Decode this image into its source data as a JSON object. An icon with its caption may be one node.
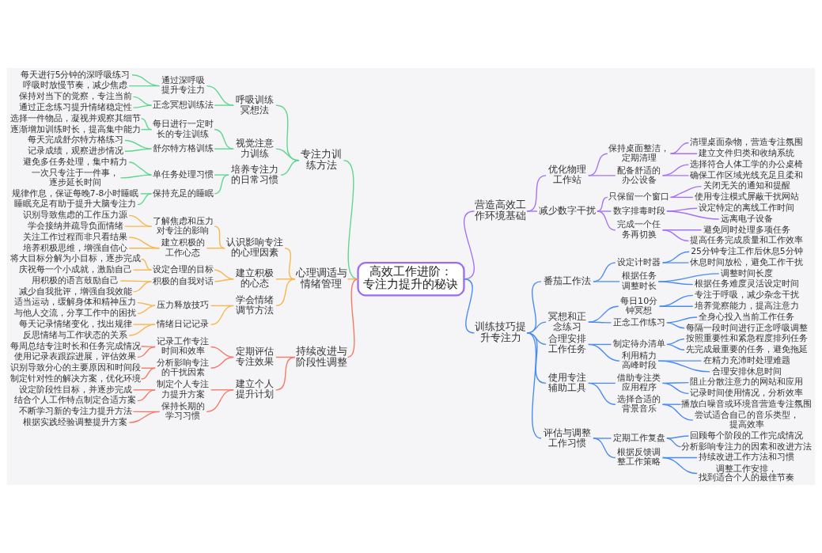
{
  "diagram": {
    "nodes": [
      {
        "text": [
          "高效工作进阶：专注力提升的秘诀"
        ]
      },
      {
        "text": [
          "营造高效工作环境基础"
        ]
      },
      {
        "text": [
          "优化物理工作站"
        ]
      },
      {
        "text": [
          "保持桌面整洁，定期清理"
        ]
      },
      {
        "text": [
          "清理桌面杂物，营造专注氛围"
        ]
      },
      {
        "text": [
          "建立文件归类和收纳系统"
        ]
      },
      {
        "text": [
          "配备舒适的办公设备"
        ]
      },
      {
        "text": [
          "选择符合人体工学的办公桌椅"
        ]
      },
      {
        "text": [
          "确保工作区域光线充足且柔和"
        ]
      },
      {
        "text": [
          "减少数字干扰"
        ]
      },
      {
        "text": [
          "只保留一个窗口"
        ]
      },
      {
        "text": [
          "关闭无关的通知和提醒"
        ]
      },
      {
        "text": [
          "使用专注模式屏蔽干扰网站"
        ]
      },
      {
        "text": [
          "数字排毒时段"
        ]
      },
      {
        "text": [
          "设定特定的离线工作时间"
        ]
      },
      {
        "text": [
          "远离电子设备"
        ]
      },
      {
        "text": [
          "完成一个任务再切换"
        ]
      },
      {
        "text": [
          "避免同时处理多项任务"
        ]
      },
      {
        "text": [
          "提高任务完成质量和工作效率"
        ]
      },
      {
        "text": [
          "训练技巧提升专注力"
        ]
      },
      {
        "text": [
          "番茄工作法"
        ]
      },
      {
        "text": [
          "设定计时器"
        ]
      },
      {
        "text": [
          "25分钟专注工作后休息5分钟"
        ]
      },
      {
        "text": [
          "休息时间放松，避免工作干扰"
        ]
      },
      {
        "text": [
          "根据任务调整时长"
        ]
      },
      {
        "text": [
          "调整时间长度"
        ]
      },
      {
        "text": [
          "根据任务难度灵活设定时间"
        ]
      },
      {
        "text": [
          "冥想和正念练习"
        ]
      },
      {
        "text": [
          "每日10分钟冥想"
        ]
      },
      {
        "text": [
          "专注于呼吸，减少杂念干扰"
        ]
      },
      {
        "text": [
          "培养觉察能力，提高注意力"
        ]
      },
      {
        "text": [
          "正念工作练习"
        ]
      },
      {
        "text": [
          "全身心投入当前工作任务"
        ]
      },
      {
        "text": [
          "每隔一段时间进行正念呼吸调整"
        ]
      },
      {
        "text": [
          "合理安排工作任务"
        ]
      },
      {
        "text": [
          "制定待办清单"
        ]
      },
      {
        "text": [
          "按照重要性和紧急程度排列任务"
        ]
      },
      {
        "text": [
          "先完成最重要的任务，避免拖延"
        ]
      },
      {
        "text": [
          "利用精力高峰时段"
        ]
      },
      {
        "text": [
          "在精力充沛时处理难题"
        ]
      },
      {
        "text": [
          "合理安排休息时间"
        ]
      },
      {
        "text": [
          "使用专注辅助工具"
        ]
      },
      {
        "text": [
          "借助专注类应用程序"
        ]
      },
      {
        "text": [
          "阻止分散注意力的网站和应用"
        ]
      },
      {
        "text": [
          "记录时间使用情况，分析效率"
        ]
      },
      {
        "text": [
          "选择合适的背景音乐"
        ]
      },
      {
        "text": [
          "播放白噪音或环境音营造专注氛围"
        ]
      },
      {
        "text": [
          "尝试适合自己的音乐类型，提高效率"
        ]
      },
      {
        "text": [
          "评估与调整工作习惯"
        ]
      },
      {
        "text": [
          "定期工作复盘"
        ]
      },
      {
        "text": [
          "回顾每个阶段的工作完成情况"
        ]
      },
      {
        "text": [
          "分析影响专注力的因素和改进方法"
        ]
      },
      {
        "text": [
          "根据反馈调整工作策略"
        ]
      },
      {
        "text": [
          "持续改进工作方法和习惯"
        ]
      },
      {
        "text": [
          "调整工作安排，找到适合个人的最佳节奏"
        ]
      },
      {
        "text": [
          "专注力训练方法"
        ]
      },
      {
        "text": [
          "呼吸训练冥想法"
        ]
      },
      {
        "text": [
          "通过深呼吸提升专注力"
        ]
      },
      {
        "text": [
          "每天进行5分钟的深呼吸练习"
        ]
      },
      {
        "text": [
          "呼吸时放慢节奏，减少焦虑"
        ]
      },
      {
        "text": [
          "正念冥想训练法"
        ]
      },
      {
        "text": [
          "保持对当下的觉察，专注当前"
        ]
      },
      {
        "text": [
          "通过正念练习提升情绪稳定性"
        ]
      },
      {
        "text": [
          "视觉注意力训练"
        ]
      },
      {
        "text": [
          "每日进行一定时长的专注训练"
        ]
      },
      {
        "text": [
          "选择一件物品，凝视并观察其细节"
        ]
      },
      {
        "text": [
          "逐渐增加训练时长，提高集中能力"
        ]
      },
      {
        "text": [
          "舒尔特方格训练"
        ]
      },
      {
        "text": [
          "每天完成舒尔特方格练习"
        ]
      },
      {
        "text": [
          "记录成绩，观察进步情况"
        ]
      },
      {
        "text": [
          "培养专注力的日常习惯"
        ]
      },
      {
        "text": [
          "单任务处理习惯"
        ]
      },
      {
        "text": [
          "避免多任务处理，集中精力"
        ]
      },
      {
        "text": [
          "一次只专注于一件事，逐步延长时间"
        ]
      },
      {
        "text": [
          "保持充足的睡眠"
        ]
      },
      {
        "text": [
          "规律作息，保证每晚7-8小时睡眠"
        ]
      },
      {
        "text": [
          "睡眠充足有助于提升大脑专注力"
        ]
      },
      {
        "text": [
          "心理调适与情绪管理"
        ]
      },
      {
        "text": [
          "认识影响专注的心理因素"
        ]
      },
      {
        "text": [
          "了解焦虑和压力对专注的影响"
        ]
      },
      {
        "text": [
          "识别导致焦虑的工作压力源"
        ]
      },
      {
        "text": [
          "学会接纳并疏导负面情绪"
        ]
      },
      {
        "text": [
          "建立积极的工作心态"
        ]
      },
      {
        "text": [
          "关注工作过程而非只看结果"
        ]
      },
      {
        "text": [
          "培养积极思维，增强自信心"
        ]
      },
      {
        "text": [
          "建立积极的心态"
        ]
      },
      {
        "text": [
          "设定合理的目标"
        ]
      },
      {
        "text": [
          "将大目标分解为小目标，逐步完成"
        ]
      },
      {
        "text": [
          "庆祝每一个小成就，激励自己"
        ]
      },
      {
        "text": [
          "积极的自我对话"
        ]
      },
      {
        "text": [
          "用积极的语言鼓励自己"
        ]
      },
      {
        "text": [
          "减少自我批评，增强自我效能"
        ]
      },
      {
        "text": [
          "学会情绪调节方法"
        ]
      },
      {
        "text": [
          "压力释放技巧"
        ]
      },
      {
        "text": [
          "适当运动，缓解身体和精神压力"
        ]
      },
      {
        "text": [
          "与他人交流，分享工作中的困扰"
        ]
      },
      {
        "text": [
          "情绪日记记录"
        ]
      },
      {
        "text": [
          "每天记录情绪变化，找出规律"
        ]
      },
      {
        "text": [
          "反思情绪与工作状态的关系"
        ]
      },
      {
        "text": [
          "持续改进与阶段性调整"
        ]
      },
      {
        "text": [
          "定期评估专注效果"
        ]
      },
      {
        "text": [
          "记录工作专注时间和效率"
        ]
      },
      {
        "text": [
          "每周总结专注时长和任务完成情况"
        ]
      },
      {
        "text": [
          "使用记录表跟踪进展，评估效果"
        ]
      },
      {
        "text": [
          "分析影响专注的干扰因素"
        ]
      },
      {
        "text": [
          "识别导致分心的主要原因和时间段"
        ]
      },
      {
        "text": [
          "制定针对性的解决方案，优化环境"
        ]
      },
      {
        "text": [
          "建立个人提升计划"
        ]
      },
      {
        "text": [
          "制定个人专注力提升方案"
        ]
      },
      {
        "text": [
          "设定阶段性目标，并逐步完成"
        ]
      },
      {
        "text": [
          "结合个人工作特点制定合适方案"
        ]
      },
      {
        "text": [
          "保持长期的学习习惯"
        ]
      },
      {
        "text": [
          "不断学习新的专注力提升方法"
        ]
      },
      {
        "text": [
          "根据实践经验调整提升方案"
        ]
      }
    ],
    "edges": [
      {
        "from": 0,
        "to": 1,
        "arrow": "none",
        "color": "#a472f5"
      },
      {
        "from": 1,
        "to": 2,
        "arrow": "none",
        "color": "#a472f5"
      },
      {
        "from": 2,
        "to": 3,
        "arrow": "none",
        "color": "#a472f5"
      },
      {
        "from": 3,
        "to": 4,
        "arrow": "none",
        "color": "#a472f5"
      },
      {
        "from": 3,
        "to": 5,
        "arrow": "none",
        "color": "#a472f5"
      },
      {
        "from": 2,
        "to": 6,
        "arrow": "none",
        "color": "#a472f5"
      },
      {
        "from": 6,
        "to": 7,
        "arrow": "none",
        "color": "#a472f5"
      },
      {
        "from": 6,
        "to": 8,
        "arrow": "none",
        "color": "#a472f5"
      },
      {
        "from": 1,
        "to": 9,
        "arrow": "none",
        "color": "#a472f5"
      },
      {
        "from": 9,
        "to": 10,
        "arrow": "none",
        "color": "#a472f5"
      },
      {
        "from": 10,
        "to": 11,
        "arrow": "none",
        "color": "#a472f5"
      },
      {
        "from": 10,
        "to": 12,
        "arrow": "none",
        "color": "#a472f5"
      },
      {
        "from": 9,
        "to": 13,
        "arrow": "none",
        "color": "#a472f5"
      },
      {
        "from": 13,
        "to": 14,
        "arrow": "none",
        "color": "#a472f5"
      },
      {
        "from": 13,
        "to": 15,
        "arrow": "none",
        "color": "#a472f5"
      },
      {
        "from": 9,
        "to": 16,
        "arrow": "none",
        "color": "#a472f5"
      },
      {
        "from": 16,
        "to": 17,
        "arrow": "none",
        "color": "#a472f5"
      },
      {
        "from": 16,
        "to": 18,
        "arrow": "none",
        "color": "#a472f5"
      },
      {
        "from": 0,
        "to": 19,
        "arrow": "none"
      },
      {
        "from": 19,
        "to": 20,
        "arrow": "none"
      },
      {
        "from": 20,
        "to": 21,
        "arrow": "none"
      },
      {
        "from": 21,
        "to": 22,
        "arrow": "none"
      },
      {
        "from": 21,
        "to": 23,
        "arrow": "none"
      },
      {
        "from": 20,
        "to": 24,
        "arrow": "none"
      },
      {
        "from": 24,
        "to": 25,
        "arrow": "none"
      },
      {
        "from": 24,
        "to": 26,
        "arrow": "none"
      },
      {
        "from": 19,
        "to": 27,
        "arrow": "none"
      },
      {
        "from": 27,
        "to": 28,
        "arrow": "none"
      },
      {
        "from": 28,
        "to": 29,
        "arrow": "none"
      },
      {
        "from": 28,
        "to": 30,
        "arrow": "none"
      },
      {
        "from": 27,
        "to": 31,
        "arrow": "none"
      },
      {
        "from": 31,
        "to": 32,
        "arrow": "none"
      },
      {
        "from": 31,
        "to": 33,
        "arrow": "none"
      },
      {
        "from": 19,
        "to": 34,
        "arrow": "none"
      },
      {
        "from": 34,
        "to": 35,
        "arrow": "none"
      },
      {
        "from": 35,
        "to": 36,
        "arrow": "none"
      },
      {
        "from": 35,
        "to": 37,
        "arrow": "none"
      },
      {
        "from": 34,
        "to": 38,
        "arrow": "none"
      },
      {
        "from": 38,
        "to": 39,
        "arrow": "none"
      },
      {
        "from": 38,
        "to": 40,
        "arrow": "none"
      },
      {
        "from": 19,
        "to": 41,
        "arrow": "none"
      },
      {
        "from": 41,
        "to": 42,
        "arrow": "none"
      },
      {
        "from": 42,
        "to": 43,
        "arrow": "none"
      },
      {
        "from": 42,
        "to": 44,
        "arrow": "none"
      },
      {
        "from": 41,
        "to": 45,
        "arrow": "none"
      },
      {
        "from": 45,
        "to": 46,
        "arrow": "none"
      },
      {
        "from": 45,
        "to": 47,
        "arrow": "none"
      },
      {
        "from": 19,
        "to": 48,
        "arrow": "none"
      },
      {
        "from": 48,
        "to": 49,
        "arrow": "none"
      },
      {
        "from": 49,
        "to": 50,
        "arrow": "none"
      },
      {
        "from": 49,
        "to": 51,
        "arrow": "none"
      },
      {
        "from": 48,
        "to": 52,
        "arrow": "none"
      },
      {
        "from": 52,
        "to": 53,
        "arrow": "none"
      },
      {
        "from": 52,
        "to": 54,
        "arrow": "none"
      },
      {
        "from": 0,
        "to": 55,
        "arrow": "none",
        "color": "#5fd68e"
      },
      {
        "from": 55,
        "to": 56,
        "arrow": "none",
        "color": "#5fd68e"
      },
      {
        "from": 56,
        "to": 57,
        "arrow": "none",
        "color": "#5fd68e"
      },
      {
        "from": 57,
        "to": 58,
        "arrow": "none",
        "color": "#5fd68e"
      },
      {
        "from": 57,
        "to": 59,
        "arrow": "none",
        "color": "#5fd68e"
      },
      {
        "from": 56,
        "to": 60,
        "arrow": "none",
        "color": "#5fd68e"
      },
      {
        "from": 60,
        "to": 61,
        "arrow": "none",
        "color": "#5fd68e"
      },
      {
        "from": 60,
        "to": 62,
        "arrow": "none",
        "color": "#5fd68e"
      },
      {
        "from": 55,
        "to": 63,
        "arrow": "none",
        "color": "#5fd68e"
      },
      {
        "from": 63,
        "to": 64,
        "arrow": "none",
        "color": "#5fd68e"
      },
      {
        "from": 64,
        "to": 65,
        "arrow": "none",
        "color": "#5fd68e"
      },
      {
        "from": 64,
        "to": 66,
        "arrow": "none",
        "color": "#5fd68e"
      },
      {
        "from": 63,
        "to": 67,
        "arrow": "none",
        "color": "#5fd68e"
      },
      {
        "from": 67,
        "to": 68,
        "arrow": "none",
        "color": "#5fd68e"
      },
      {
        "from": 67,
        "to": 69,
        "arrow": "none",
        "color": "#5fd68e"
      },
      {
        "from": 55,
        "to": 70,
        "arrow": "none",
        "color": "#5fd68e"
      },
      {
        "from": 70,
        "to": 71,
        "arrow": "none",
        "color": "#5fd68e"
      },
      {
        "from": 71,
        "to": 72,
        "arrow": "none",
        "color": "#5fd68e"
      },
      {
        "from": 71,
        "to": 73,
        "arrow": "none",
        "color": "#5fd68e"
      },
      {
        "from": 70,
        "to": 74,
        "arrow": "none",
        "color": "#5fd68e"
      },
      {
        "from": 74,
        "to": 75,
        "arrow": "none",
        "color": "#5fd68e"
      },
      {
        "from": 74,
        "to": 76,
        "arrow": "none",
        "color": "#5fd68e"
      },
      {
        "from": 0,
        "to": 77,
        "arrow": "none",
        "color": "#f8b54c"
      },
      {
        "from": 77,
        "to": 78,
        "arrow": "none",
        "color": "#f8b54c"
      },
      {
        "from": 78,
        "to": 79,
        "arrow": "none",
        "color": "#f8b54c"
      },
      {
        "from": 79,
        "to": 80,
        "arrow": "none",
        "color": "#f8b54c"
      },
      {
        "from": 79,
        "to": 81,
        "arrow": "none",
        "color": "#f8b54c"
      },
      {
        "from": 78,
        "to": 82,
        "arrow": "none",
        "color": "#f8b54c"
      },
      {
        "from": 82,
        "to": 83,
        "arrow": "none",
        "color": "#f8b54c"
      },
      {
        "from": 82,
        "to": 84,
        "arrow": "none",
        "color": "#f8b54c"
      },
      {
        "from": 77,
        "to": 85,
        "arrow": "none",
        "color": "#f8b54c"
      },
      {
        "from": 85,
        "to": 86,
        "arrow": "none",
        "color": "#f8b54c"
      },
      {
        "from": 86,
        "to": 87,
        "arrow": "none",
        "color": "#f8b54c"
      },
      {
        "from": 86,
        "to": 88,
        "arrow": "none",
        "color": "#f8b54c"
      },
      {
        "from": 85,
        "to": 89,
        "arrow": "none",
        "color": "#f8b54c"
      },
      {
        "from": 89,
        "to": 90,
        "arrow": "none",
        "color": "#f8b54c"
      },
      {
        "from": 89,
        "to": 91,
        "arrow": "none",
        "color": "#f8b54c"
      },
      {
        "from": 77,
        "to": 92,
        "arrow": "none",
        "color": "#f8b54c"
      },
      {
        "from": 92,
        "to": 93,
        "arrow": "none",
        "color": "#f8b54c"
      },
      {
        "from": 93,
        "to": 94,
        "arrow": "none",
        "color": "#f8b54c"
      },
      {
        "from": 93,
        "to": 95,
        "arrow": "none",
        "color": "#f8b54c"
      },
      {
        "from": 92,
        "to": 96,
        "arrow": "none",
        "color": "#f8b54c"
      },
      {
        "from": 96,
        "to": 97,
        "arrow": "none",
        "color": "#f8b54c"
      },
      {
        "from": 96,
        "to": 98,
        "arrow": "none",
        "color": "#f8b54c"
      },
      {
        "from": 0,
        "to": 99,
        "arrow": "none",
        "color": "#f57a66"
      },
      {
        "from": 99,
        "to": 100,
        "arrow": "none",
        "color": "#f57a66"
      },
      {
        "from": 100,
        "to": 101,
        "arrow": "none",
        "color": "#f57a66"
      },
      {
        "from": 101,
        "to": 102,
        "arrow": "none",
        "color": "#f57a66"
      },
      {
        "from": 101,
        "to": 103,
        "arrow": "none",
        "color": "#f57a66"
      },
      {
        "from": 100,
        "to": 104,
        "arrow": "none",
        "color": "#f57a66"
      },
      {
        "from": 104,
        "to": 105,
        "arrow": "none",
        "color": "#f57a66"
      },
      {
        "from": 104,
        "to": 106,
        "arrow": "none",
        "color": "#f57a66"
      },
      {
        "from": 99,
        "to": 107,
        "arrow": "none",
        "color": "#f57a66"
      },
      {
        "from": 107,
        "to": 108,
        "arrow": "none",
        "color": "#f57a66"
      },
      {
        "from": 108,
        "to": 109,
        "arrow": "none",
        "color": "#f57a66"
      },
      {
        "from": 108,
        "to": 110,
        "arrow": "none",
        "color": "#f57a66"
      },
      {
        "from": 107,
        "to": 111,
        "arrow": "none",
        "color": "#f57a66"
      },
      {
        "from": 111,
        "to": 112,
        "arrow": "none",
        "color": "#f57a66"
      },
      {
        "from": 111,
        "to": 113,
        "arrow": "none",
        "color": "#f57a66"
      }
    ]
  }
}
